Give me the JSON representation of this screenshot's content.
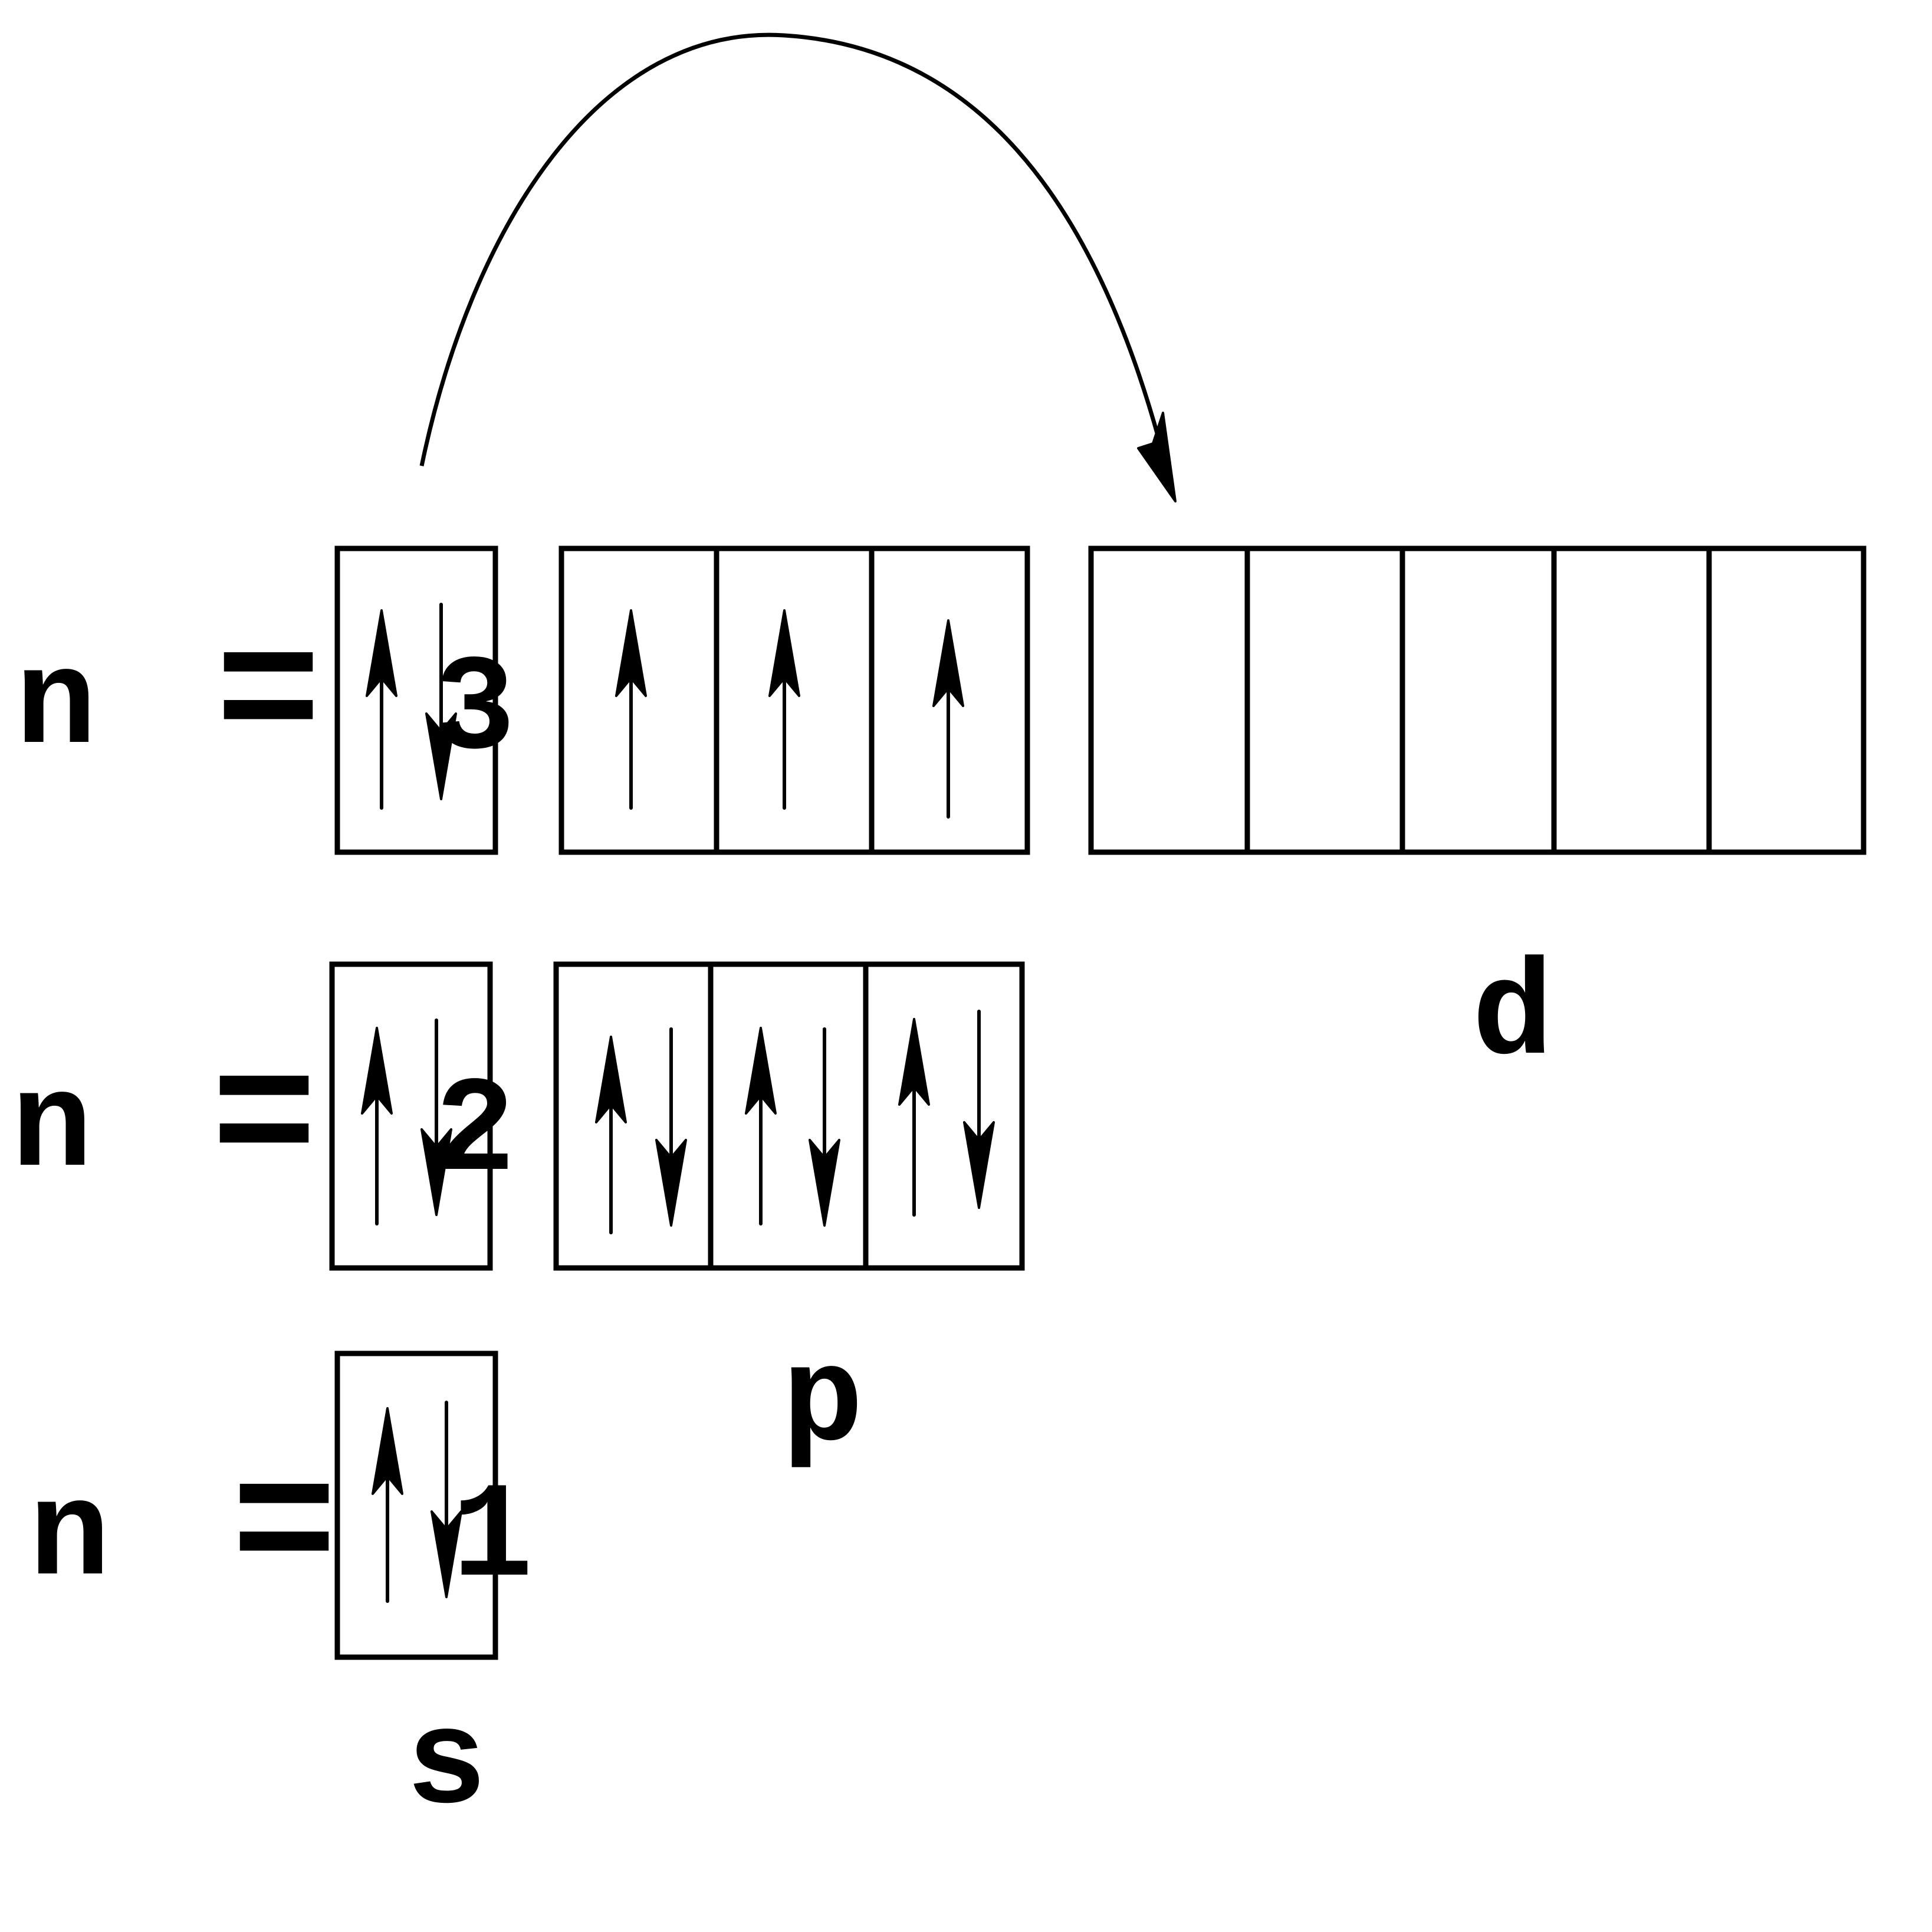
{
  "rows": [
    {
      "n_label": "n",
      "eq": "=",
      "value": "3"
    },
    {
      "n_label": "n",
      "eq": "=",
      "value": "2"
    },
    {
      "n_label": "n",
      "eq": "=",
      "value": "1"
    }
  ],
  "subshell_labels": {
    "s": "s",
    "p": "p",
    "d": "d"
  },
  "orbitals": {
    "n3_s": [
      "up-down"
    ],
    "n3_p": [
      "up",
      "up",
      "up"
    ],
    "n3_d": [
      "empty",
      "empty",
      "empty",
      "empty",
      "empty"
    ],
    "n2_s": [
      "up-down"
    ],
    "n2_p": [
      "up-down",
      "up-down",
      "up-down"
    ],
    "n1_s": [
      "up-down"
    ]
  },
  "promotion_arrow": {
    "from": "n3_s",
    "to": "n3_d"
  }
}
